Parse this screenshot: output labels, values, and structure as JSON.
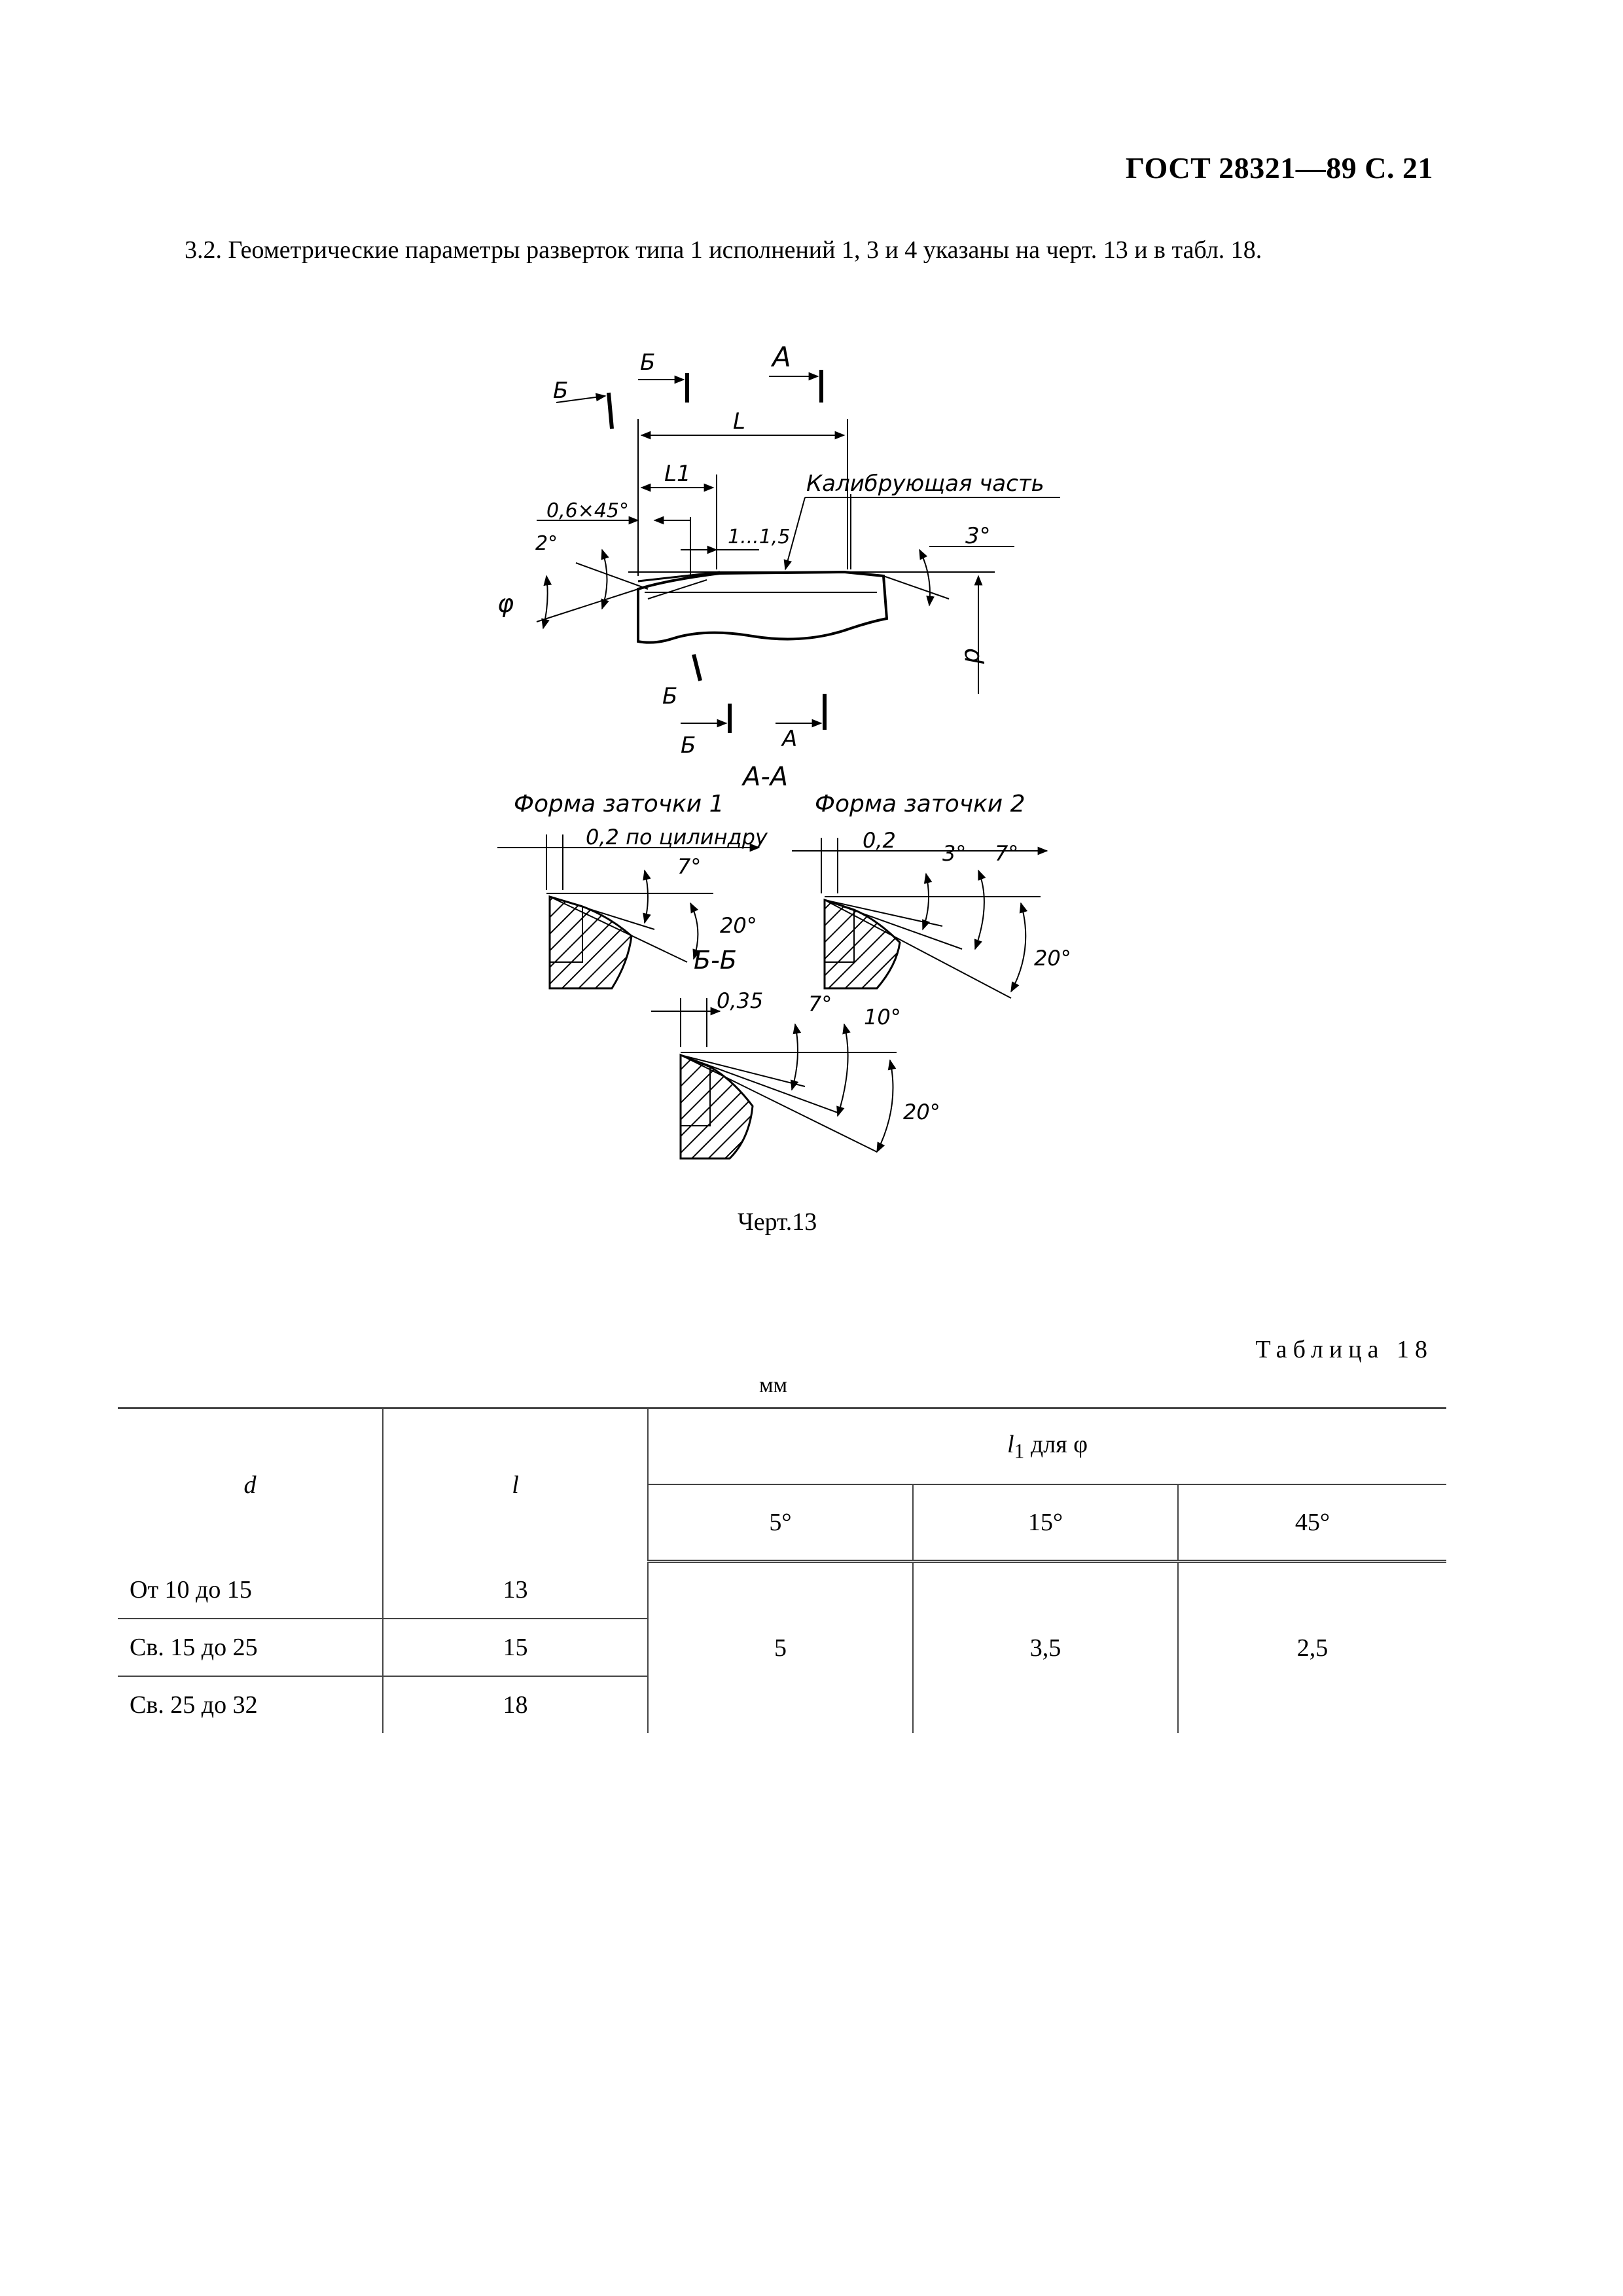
{
  "header": {
    "standard": "ГОСТ 28321—89 С. 21"
  },
  "paragraph": {
    "text": "3.2.  Геометрические параметры разверток типа 1 исполнений 1, 3 и 4 указаны на черт. 13 и в табл. 18."
  },
  "drawing": {
    "labels": {
      "section_b": "Б",
      "section_a": "А",
      "dim_L": "L",
      "dim_L1": "L1",
      "chamfer": "0,6×45°",
      "angle_2": "2°",
      "dim_1_1_5": "1...1,5",
      "calibrating": "Калибрующая часть",
      "angle_3": "3°",
      "phi": "φ",
      "d": "d",
      "view_aa": "А-А",
      "view_bb": "Б-Б",
      "form1": "Форма заточки 1",
      "form2": "Форма заточки 2",
      "form1_dim": "0,2 по цилиндру",
      "form2_dim": "0,2",
      "bb_dim": "0,35",
      "ang_7": "7°",
      "ang_20": "20°",
      "ang_10": "10°"
    },
    "caption": "Черт.13"
  },
  "table": {
    "title": "Таблица 18",
    "unit": "мм",
    "headers": {
      "d": "d",
      "l": "l",
      "l1_main": "l",
      "l1_sub": "1",
      "l1_rest": " для φ"
    },
    "phi_columns": [
      "5°",
      "15°",
      "45°"
    ],
    "rows": [
      {
        "d": "От 10 до 15",
        "l": "13"
      },
      {
        "d": "Св. 15 до 25",
        "l": "15"
      },
      {
        "d": "Св. 25 до 32",
        "l": "18"
      }
    ],
    "l1_values": [
      "5",
      "3,5",
      "2,5"
    ]
  }
}
